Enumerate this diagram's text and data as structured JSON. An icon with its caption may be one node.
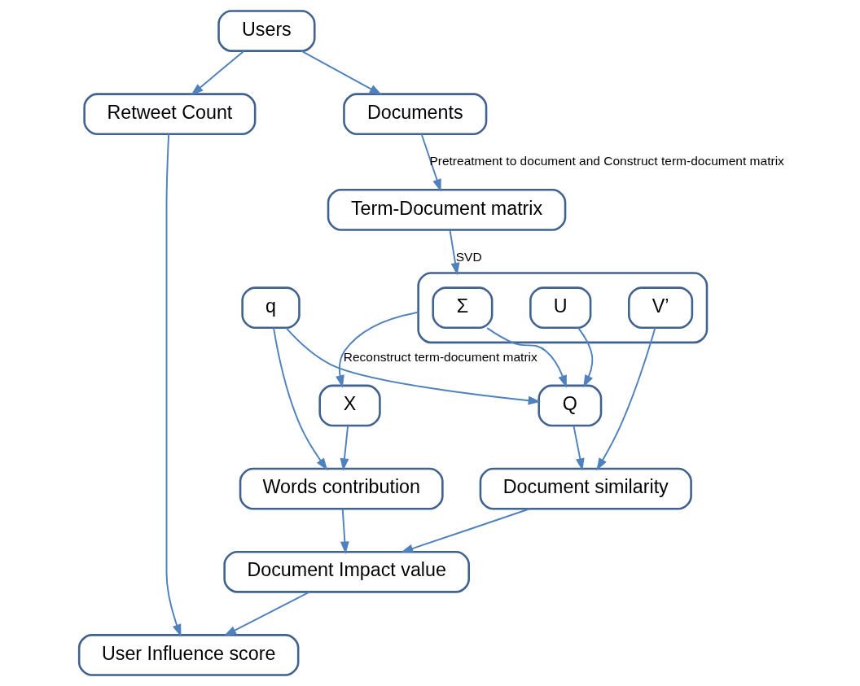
{
  "diagram": {
    "nodes": [
      {
        "text": [
          "Users"
        ]
      },
      {
        "text": [
          "Documents"
        ]
      },
      {
        "text": [
          "Term-Document matrix"
        ]
      },
      {
        "text": [],
        "shape": "box"
      },
      {
        "text": [
          "U"
        ],
        "in": 3
      },
      {
        "text": [
          "Σ"
        ],
        "in": 3
      },
      {
        "text": [
          "V’"
        ],
        "in": 3
      },
      {
        "text": [
          "X"
        ]
      },
      {
        "text": [
          "q"
        ]
      },
      {
        "text": [
          "Q"
        ]
      },
      {
        "text": [
          "Document similarity"
        ]
      },
      {
        "text": [
          "Words contribution"
        ]
      },
      {
        "text": [
          "Retweet Count"
        ]
      },
      {
        "text": [
          "Document Impact value"
        ]
      },
      {
        "text": [
          "User Influence score"
        ]
      }
    ],
    "edges": [
      {
        "from": 0,
        "to": 1,
        "arrow": "to"
      },
      {
        "from": 0,
        "to": 12,
        "arrow": "to"
      },
      {
        "from": 1,
        "to": 2,
        "arrow": "to",
        "label": "Pretreatment to document and Construct term-document matrix"
      },
      {
        "from": 2,
        "to": 3,
        "arrow": "to",
        "label": "SVD"
      },
      {
        "from": 3,
        "to": 7,
        "arrow": "to",
        "label": "Reconstruct term-document matrix"
      },
      {
        "from": 4,
        "to": 9,
        "arrow": "to"
      },
      {
        "from": 5,
        "to": 9,
        "arrow": "to"
      },
      {
        "from": 8,
        "to": 9,
        "arrow": "to"
      },
      {
        "from": 8,
        "to": 11,
        "arrow": "to"
      },
      {
        "from": 7,
        "to": 11,
        "arrow": "to"
      },
      {
        "from": 6,
        "to": 10,
        "arrow": "to"
      },
      {
        "from": 9,
        "to": 10,
        "arrow": "to"
      },
      {
        "from": 10,
        "to": 13,
        "arrow": "to"
      },
      {
        "from": 11,
        "to": 13,
        "arrow": "to"
      },
      {
        "from": 12,
        "to": 14,
        "arrow": "to"
      },
      {
        "from": 13,
        "to": 14,
        "arrow": "to"
      }
    ]
  }
}
